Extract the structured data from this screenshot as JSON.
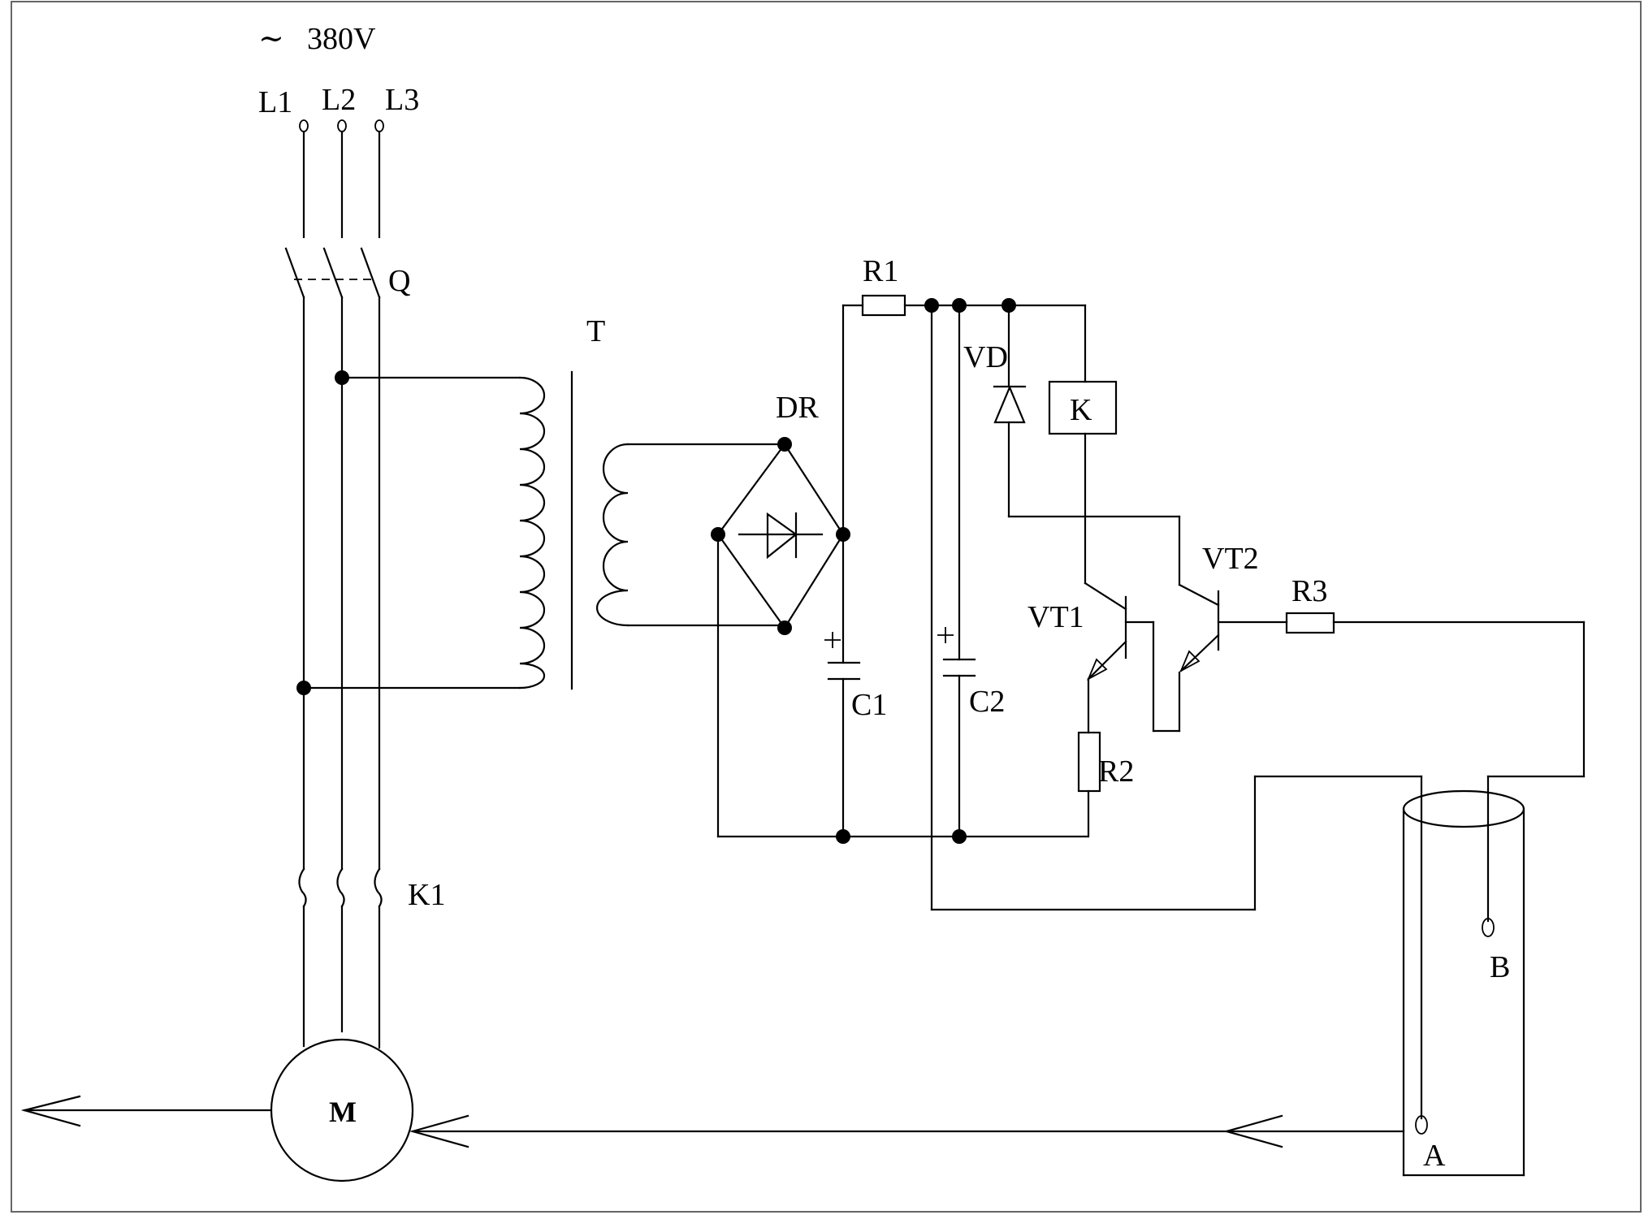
{
  "supply": {
    "symbol": "∼",
    "voltage": "380V",
    "phases": [
      "L1",
      "L2",
      "L3"
    ]
  },
  "labels": {
    "switch": "Q",
    "transformer": "T",
    "bridge": "DR",
    "r1": "R1",
    "r2": "R2",
    "r3": "R3",
    "diode": "VD",
    "relay": "K",
    "c1": "C1",
    "c2": "C2",
    "vt1": "VT1",
    "vt2": "VT2",
    "contactor": "K1",
    "motor": "M",
    "probe_a": "A",
    "probe_b": "B"
  }
}
